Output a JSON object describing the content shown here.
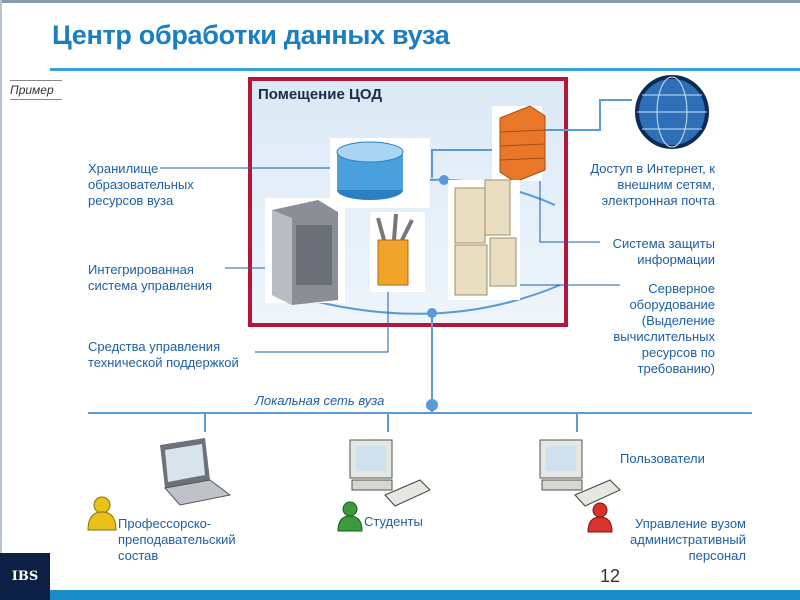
{
  "slide": {
    "title": "Центр обработки данных вуза",
    "tag": "Пример",
    "page_number": "12",
    "logo": "IBS"
  },
  "room": {
    "title": "Помещение ЦОД"
  },
  "labels": {
    "storage": "Хранилище образовательных ресурсов вуза",
    "integrated": "Интегрированная система управления",
    "support": "Средства управления технической поддержкой",
    "internet": "Доступ в Интернет, к внешним сетям, электронная почта",
    "security": "Система защиты информации",
    "servers": "Серверное оборудование (Выделение вычислительных ресурсов по требованию)",
    "lan": "Локальная сеть вуза",
    "users": "Пользователи",
    "faculty": "Профессорско-преподавательский состав",
    "students": "Студенты",
    "admin": "Управление вузом административный персонал"
  },
  "colors": {
    "title": "#1a7fc0",
    "room_border": "#b0173a",
    "line": "#5b9bd5",
    "faculty": "#e8c21a",
    "students": "#3b9a3b",
    "admin": "#d9342b"
  }
}
